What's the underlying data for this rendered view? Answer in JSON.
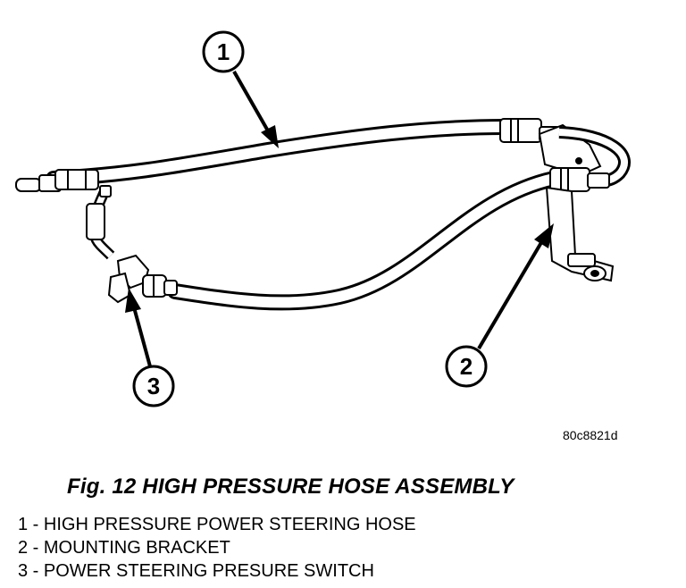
{
  "figure": {
    "code": "80c8821d",
    "title": "Fig. 12 HIGH PRESSURE HOSE ASSEMBLY",
    "callouts": [
      "1",
      "2",
      "3"
    ]
  },
  "legend": [
    "1 - HIGH PRESSURE POWER STEERING HOSE",
    "2 - MOUNTING BRACKET",
    "3 - POWER STEERING PRESURE SWITCH"
  ]
}
